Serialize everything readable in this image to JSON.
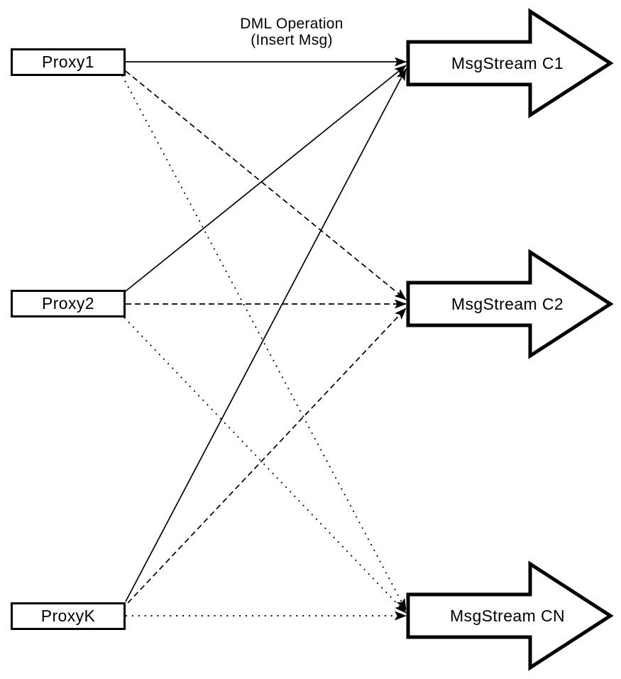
{
  "caption": {
    "line1": "DML Operation",
    "line2": "(Insert Msg)"
  },
  "proxies": [
    {
      "label": "Proxy1"
    },
    {
      "label": "Proxy2"
    },
    {
      "label": "ProxyK"
    }
  ],
  "streams": [
    {
      "label": "MsgStream C1"
    },
    {
      "label": "MsgStream C2"
    },
    {
      "label": "MsgStream CN"
    }
  ],
  "connections": [
    {
      "from": "Proxy1",
      "to": "MsgStream C1",
      "style": "solid"
    },
    {
      "from": "Proxy1",
      "to": "MsgStream C2",
      "style": "dashed"
    },
    {
      "from": "Proxy1",
      "to": "MsgStream CN",
      "style": "dotted"
    },
    {
      "from": "Proxy2",
      "to": "MsgStream C1",
      "style": "solid"
    },
    {
      "from": "Proxy2",
      "to": "MsgStream C2",
      "style": "dashed"
    },
    {
      "from": "Proxy2",
      "to": "MsgStream CN",
      "style": "dotted"
    },
    {
      "from": "ProxyK",
      "to": "MsgStream C1",
      "style": "solid"
    },
    {
      "from": "ProxyK",
      "to": "MsgStream C2",
      "style": "dashed"
    },
    {
      "from": "ProxyK",
      "to": "MsgStream CN",
      "style": "dotted"
    }
  ],
  "colors": {
    "ink": "#000000",
    "background": "#ffffff"
  }
}
